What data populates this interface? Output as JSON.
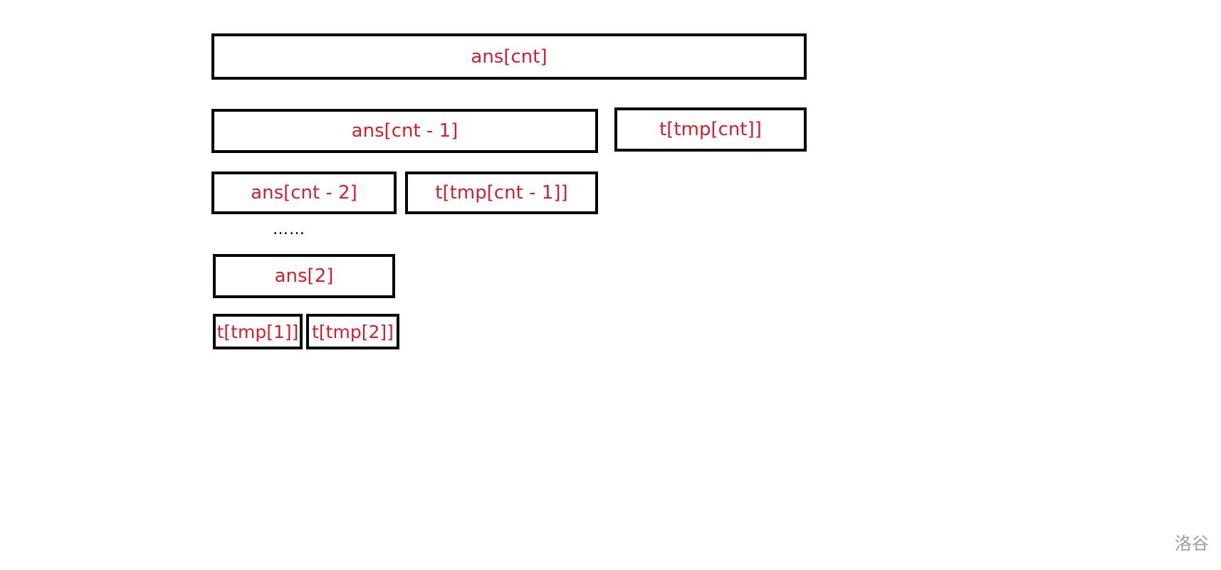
{
  "diagram": {
    "boxes": {
      "ans_cnt": "ans[cnt]",
      "ans_cnt_minus_1": "ans[cnt - 1]",
      "t_tmp_cnt": "t[tmp[cnt]]",
      "ans_cnt_minus_2": "ans[cnt - 2]",
      "t_tmp_cnt_minus_1": "t[tmp[cnt - 1]]",
      "ans_2": "ans[2]",
      "t_tmp_1": "t[tmp[1]]",
      "t_tmp_2": "t[tmp[2]]"
    },
    "ellipsis": "……",
    "label_color": "#d81e2c",
    "border_color": "#000000"
  },
  "watermark": "洛谷"
}
